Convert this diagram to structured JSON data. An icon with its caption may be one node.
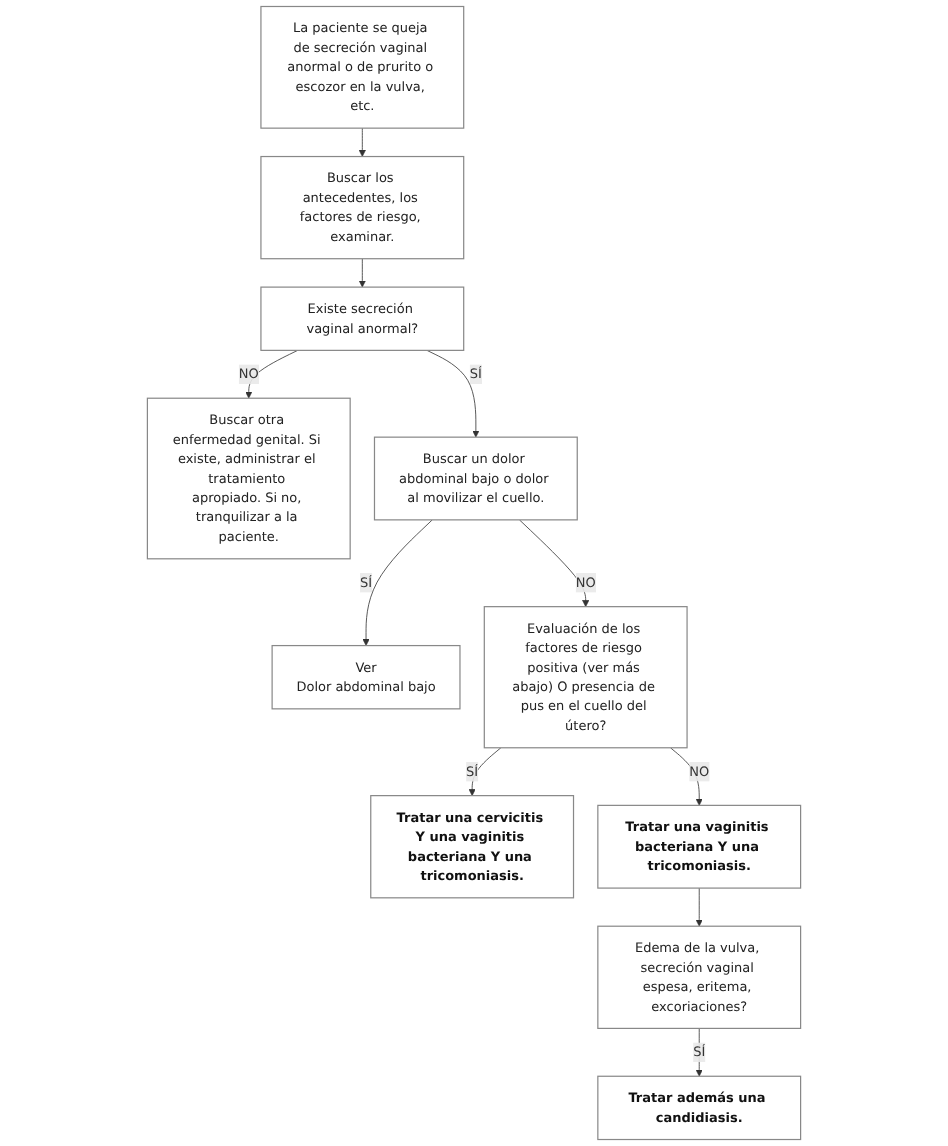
{
  "diagram": {
    "nodes": [
      {
        "text": [
          "La paciente se queja de secreción vaginal anormal o de prurito o escozor en la vulva, etc."
        ]
      },
      {
        "text": [
          "Buscar los antecedentes, los factores de riesgo, examinar."
        ]
      },
      {
        "text": [
          "Existe secreción vaginal anormal?"
        ]
      },
      {
        "text": [
          "Buscar otra enfermedad genital. Si existe, administrar el tratamiento apropiado. Si no, tranquilizar a la paciente."
        ]
      },
      {
        "text": [
          "Buscar un dolor abdominal bajo o dolor al movilizar el cuello."
        ]
      },
      {
        "text": [
          "Ver",
          "Dolor abdominal bajo"
        ]
      },
      {
        "text": [
          "Evaluación de los factores de riesgo positiva (ver más abajo) O presencia de pus en el cuello del útero?"
        ]
      },
      {
        "text": [
          "Tratar una cervicitis Y una vaginitis bacteriana Y una tricomoniasis."
        ]
      },
      {
        "text": [
          "Tratar una vaginitis bacteriana Y una tricomoniasis."
        ]
      },
      {
        "text": [
          "Edema de la vulva, secreción vaginal espesa, eritema, excoriaciones?"
        ]
      },
      {
        "text": [
          "Tratar además una candidiasis."
        ]
      }
    ],
    "edges": [
      {
        "from": 0,
        "to": 1,
        "arrow": "to"
      },
      {
        "from": 1,
        "to": 2,
        "arrow": "to"
      },
      {
        "from": 2,
        "to": 3,
        "arrow": "to",
        "label": "NO"
      },
      {
        "from": 2,
        "to": 4,
        "arrow": "to",
        "label": "SÍ"
      },
      {
        "from": 4,
        "to": 5,
        "arrow": "to",
        "label": "SÍ"
      },
      {
        "from": 4,
        "to": 6,
        "arrow": "to",
        "label": "NO"
      },
      {
        "from": 6,
        "to": 7,
        "arrow": "to",
        "label": "SÍ"
      },
      {
        "from": 6,
        "to": 8,
        "arrow": "to",
        "label": "NO"
      },
      {
        "from": 8,
        "to": 9,
        "arrow": "to"
      },
      {
        "from": 9,
        "to": 10,
        "arrow": "to",
        "label": "SÍ"
      }
    ]
  }
}
